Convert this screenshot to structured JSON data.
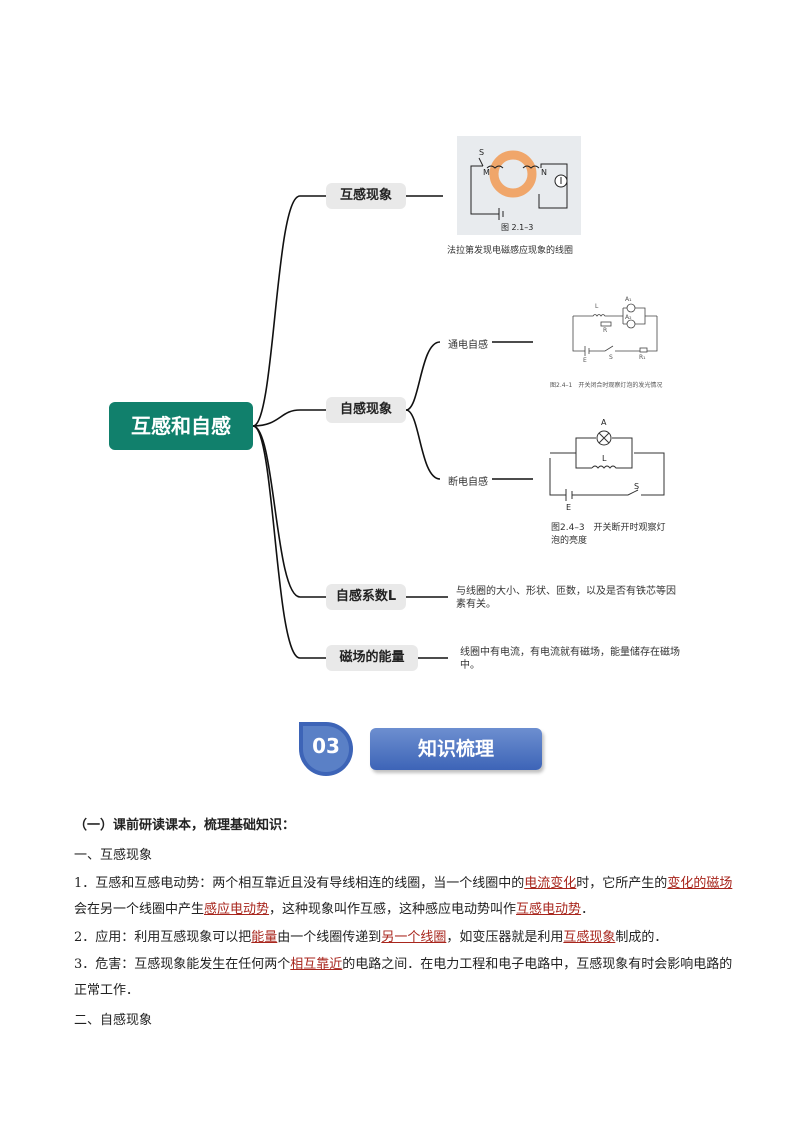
{
  "mindmap": {
    "root": "互感和自感",
    "branches": [
      {
        "label": "互感现象"
      },
      {
        "label": "自感现象"
      },
      {
        "label": "自感系数L"
      },
      {
        "label": "磁场的能量"
      }
    ],
    "sub_branches": [
      "通电自感",
      "断电自感"
    ],
    "notes": {
      "coefficient": "与线圈的大小、形状、匝数，以及是否有铁芯等因素有关。",
      "energy": "线圈中有电流，有电流就有磁场，能量储存在磁场中。"
    },
    "figures": {
      "faraday": {
        "label": "图 2.1–3",
        "caption": "法拉第发现电磁感应现象的线圈",
        "s": "S",
        "m": "M",
        "n": "N"
      },
      "power_on": {
        "caption": "图2.4–1　开关闭合时观察灯泡的发光情况",
        "l": "L",
        "a1": "A₁",
        "a2": "A₂",
        "r": "R",
        "e": "E",
        "s": "S",
        "r1": "R₁"
      },
      "power_off": {
        "caption": "图2.4–3　开关断开时观察灯泡的亮度",
        "a": "A",
        "l": "L",
        "e": "E",
        "s": "S"
      }
    }
  },
  "section_banner": {
    "number": "03",
    "title": "知识梳理"
  },
  "content": {
    "heading": "（一）课前研读课本，梳理基础知识：",
    "sec1_title": "一、互感现象",
    "p1": {
      "a": "1．互感和互感电动势：两个相互靠近且没有导线相连的线圈，当一个线圈中的",
      "u1": "电流变化",
      "b": "时，它所产生的",
      "u2": "变化的磁场",
      "c": "会在另一个线圈中产生",
      "u3": "感应电动势",
      "d": "，这种现象叫作互感，这种感应电动势叫作",
      "u4": "互感电动势",
      "e": "．"
    },
    "p2": {
      "a": "2．应用：利用互感现象可以把",
      "u1": "能量",
      "b": "由一个线圈传递到",
      "u2": "另一个线圈",
      "c": "，如变压器就是利用",
      "u3": "互感现象",
      "d": "制成的．"
    },
    "p3": {
      "a": "3．危害：互感现象能发生在任何两个",
      "u1": "相互靠近",
      "b": "的电路之间．在电力工程和电子电路中，互感现象有时会影响电路的正常工作．"
    },
    "sec2_title": "二、自感现象"
  }
}
